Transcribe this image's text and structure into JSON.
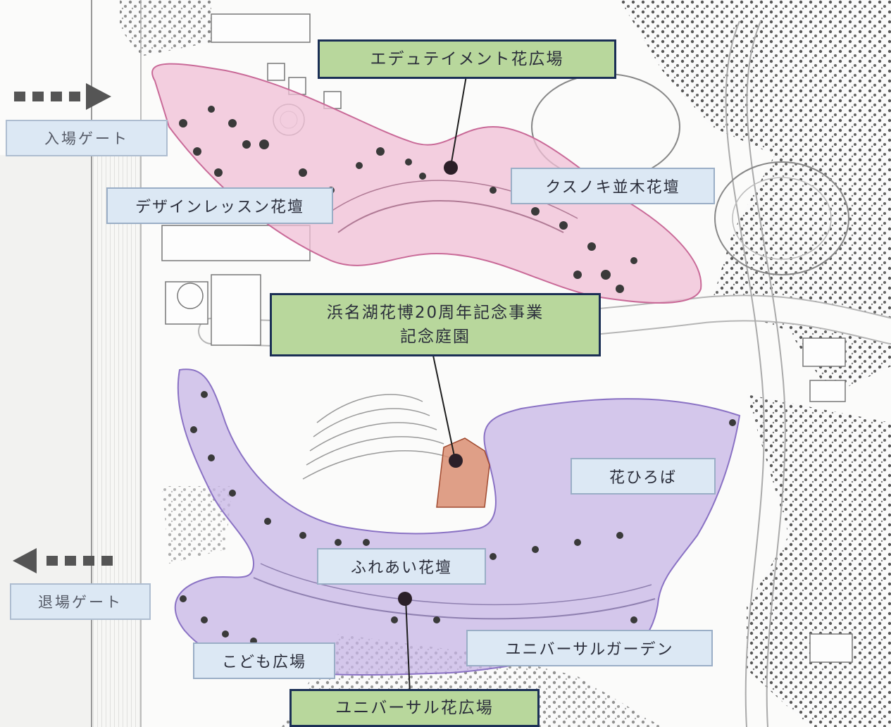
{
  "map": {
    "gates": {
      "entrance": "入場ゲート",
      "exit": "退場ゲート"
    },
    "features": {
      "edutainment": "エデュテイメント花広場",
      "kusunoki": "クスノキ並木花壇",
      "design_lesson": "デザインレッスン花壇",
      "memorial_line1": "浜名湖花博20周年記念事業",
      "memorial_line2": "記念庭園",
      "hana_hiroba": "花ひろば",
      "fureai": "ふれあい花壇",
      "universal_garden": "ユニバーサルガーデン",
      "kodomo": "こども広場",
      "universal_plaza": "ユニバーサル花広場"
    },
    "colors": {
      "north_zone": "#f0bfd6",
      "north_zone_border": "#c96a98",
      "south_zone": "#c7b5e6",
      "south_zone_border": "#8a72c4",
      "memorial_garden": "#d98e72",
      "feature_label_bg": "#b8d79c",
      "feature_label_border": "#1b2f55",
      "place_label_bg": "#dce8f4",
      "marker": "#2b1f28"
    }
  }
}
